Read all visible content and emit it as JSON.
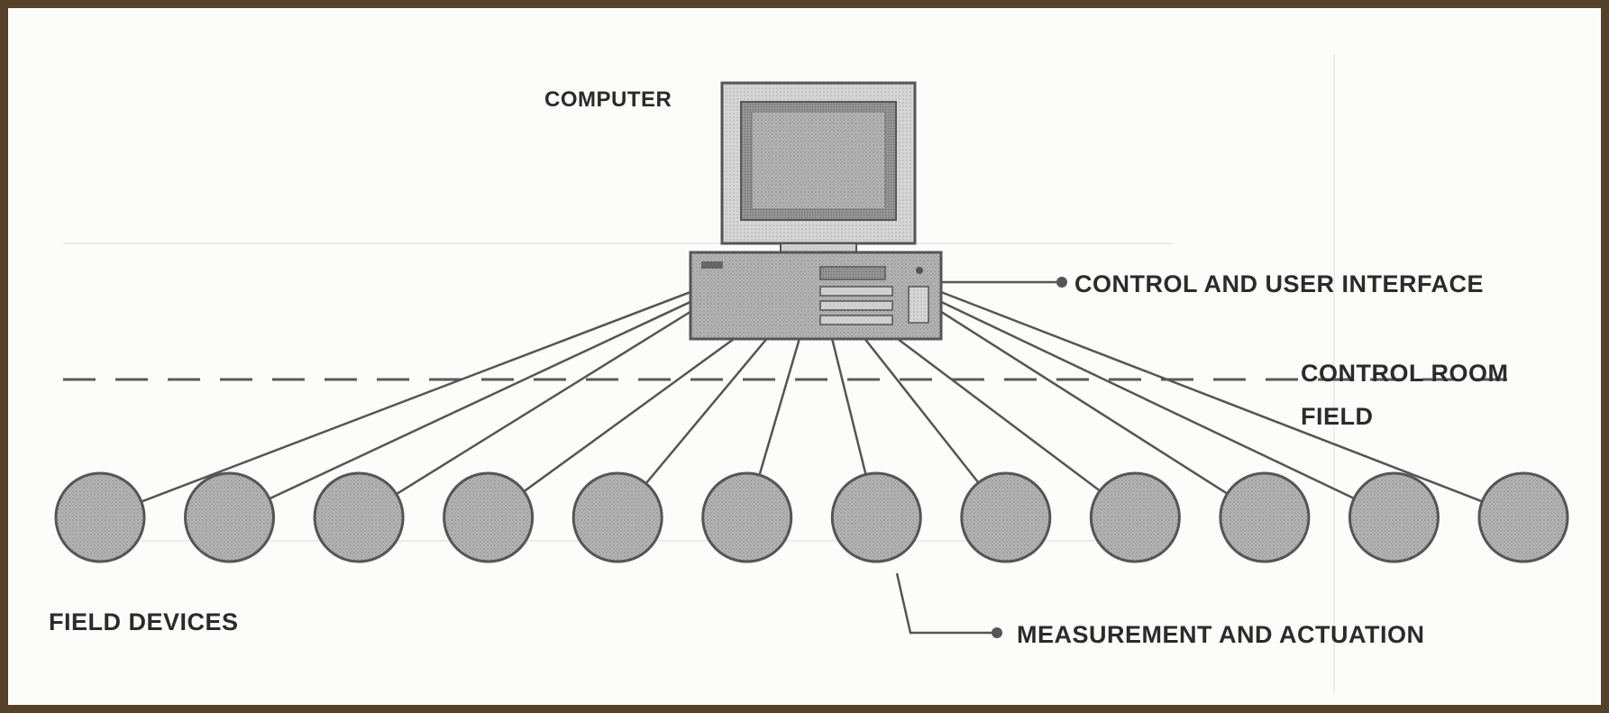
{
  "labels": {
    "computer": "COMPUTER",
    "control_ui": "CONTROL AND USER INTERFACE",
    "control_room": "CONTROL ROOM",
    "field": "FIELD",
    "field_devices": "FIELD DEVICES",
    "measurement": "MEASUREMENT AND ACTUATION"
  },
  "diagram": {
    "field_device_count": 12,
    "colors": {
      "border": "#56402a",
      "line": "#555555",
      "device_fill": "#a9a9a9",
      "screen": "#8d8d8d"
    }
  }
}
